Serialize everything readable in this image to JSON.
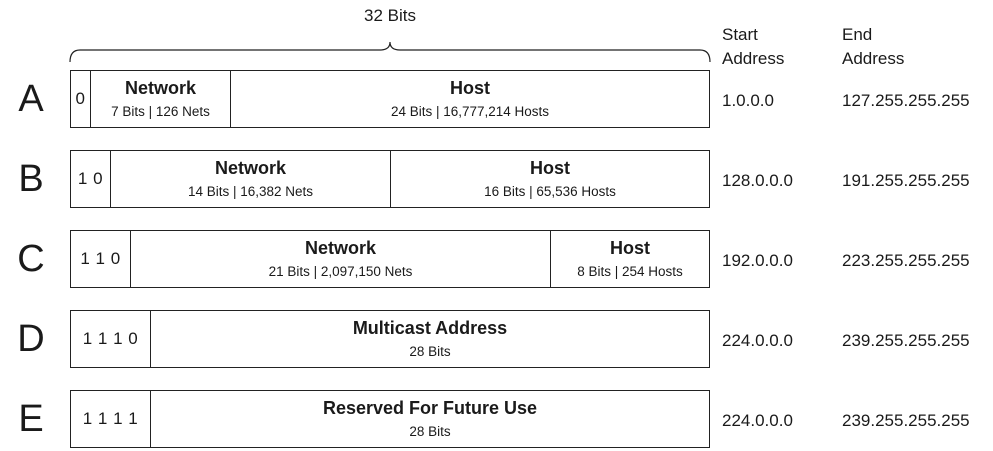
{
  "header": {
    "bits_label": "32 Bits",
    "start_address_label": [
      "Start",
      "Address"
    ],
    "end_address_label": [
      "End",
      "Address"
    ]
  },
  "classes": [
    {
      "letter": "A",
      "prefix": "0",
      "segments": [
        {
          "title": "Network",
          "sub": "7 Bits | 126 Nets"
        },
        {
          "title": "Host",
          "sub": "24 Bits | 16,777,214 Hosts"
        }
      ],
      "start": "1.0.0.0",
      "end": "127.255.255.255"
    },
    {
      "letter": "B",
      "prefix": "1 0",
      "segments": [
        {
          "title": "Network",
          "sub": "14 Bits | 16,382 Nets"
        },
        {
          "title": "Host",
          "sub": "16 Bits | 65,536 Hosts"
        }
      ],
      "start": "128.0.0.0",
      "end": "191.255.255.255"
    },
    {
      "letter": "C",
      "prefix": "1 1 0",
      "segments": [
        {
          "title": "Network",
          "sub": "21 Bits | 2,097,150 Nets"
        },
        {
          "title": "Host",
          "sub": "8 Bits | 254 Hosts"
        }
      ],
      "start": "192.0.0.0",
      "end": "223.255.255.255"
    },
    {
      "letter": "D",
      "prefix": "1 1 1 0",
      "segments": [
        {
          "title": "Multicast Address",
          "sub": "28 Bits"
        }
      ],
      "start": "224.0.0.0",
      "end": "239.255.255.255"
    },
    {
      "letter": "E",
      "prefix": "1 1 1 1",
      "segments": [
        {
          "title": "Reserved For Future Use",
          "sub": "28 Bits"
        }
      ],
      "start": "224.0.0.0",
      "end": "239.255.255.255"
    }
  ]
}
